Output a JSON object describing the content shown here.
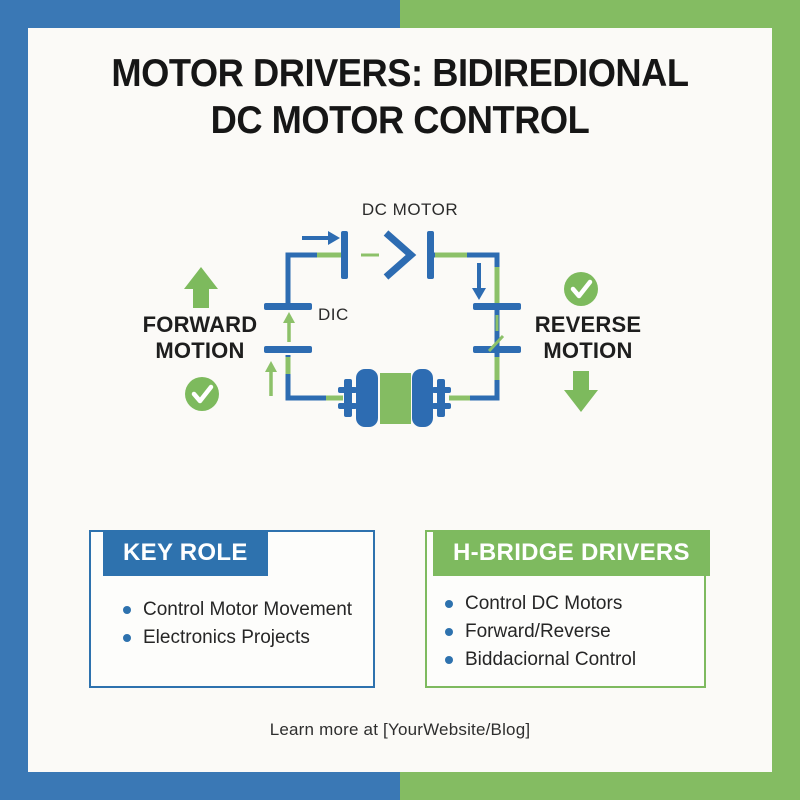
{
  "frame": {
    "left_color": "#3a78b5",
    "right_color": "#84bc62"
  },
  "title": {
    "line1": "MOTOR DRIVERS: BIDIREDIONAL",
    "line2": "DC MOTOR CONTROL"
  },
  "diagram": {
    "dc_motor_label": "DC MOTOR",
    "dic_label": "DIC",
    "forward": {
      "line1": "FORWARD",
      "line2": "MOTION"
    },
    "reverse": {
      "line1": "REVERSE",
      "line2": "MOTION"
    },
    "colors": {
      "circuit_blue": "#2d6cb2",
      "wire_green": "#8cc169",
      "accent_green": "#7dba5d"
    }
  },
  "cards": {
    "key_role": {
      "title": "KEY ROLE",
      "accent": "#2e72ae",
      "items": [
        "Control Motor Movement",
        "Electronics Projects"
      ]
    },
    "h_bridge": {
      "title": "H-BRIDGE DRIVERS",
      "accent": "#7eba5f",
      "items": [
        "Control DC Motors",
        "Forward/Reverse",
        "Biddaciornal Control"
      ]
    }
  },
  "footer": {
    "text": "Learn more at [YourWebsite/Blog]"
  }
}
